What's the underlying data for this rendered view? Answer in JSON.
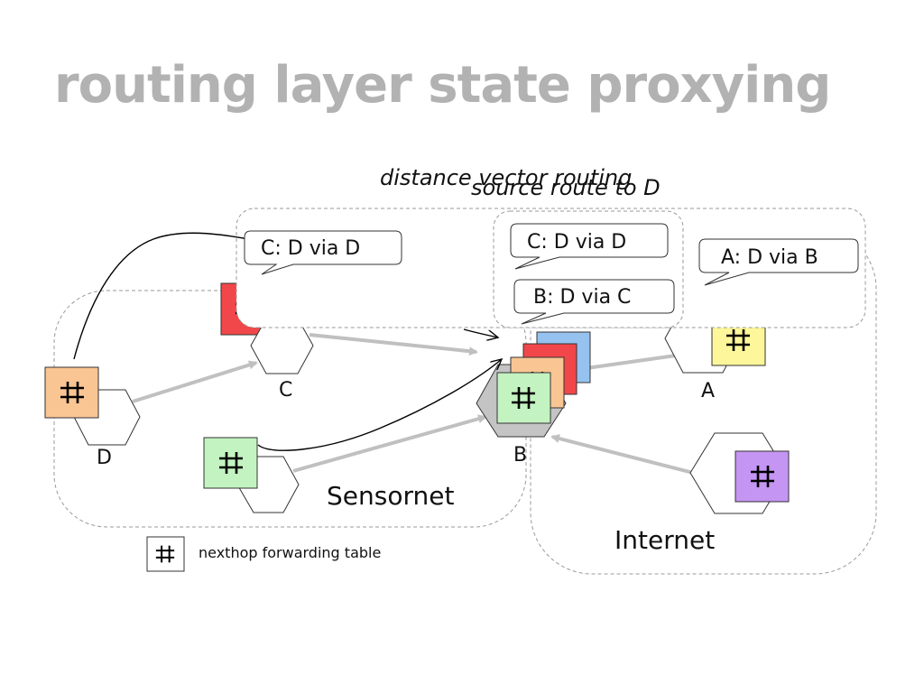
{
  "title": "routing layer state proxying",
  "captions": {
    "distance_vector": "distance vector routing",
    "source_route": "source route to D"
  },
  "nodes": {
    "D": "D",
    "C": "C",
    "B": "B",
    "A": "A"
  },
  "regions": {
    "sensornet": "Sensornet",
    "internet": "Internet"
  },
  "bubbles": {
    "c_via_d_left": "C: D via D",
    "c_via_d_right": "C: D via D",
    "b_via_c": "B: D via C",
    "a_via_b": "A: D via B"
  },
  "legend": {
    "label": "nexthop forwarding table",
    "icon": "hash-table-icon"
  },
  "colors": {
    "title": "#b2b2b2",
    "orange": "#f9c593",
    "red": "#f2474a",
    "green": "#c3f3c0",
    "blue": "#96c2f0",
    "yellow": "#fdf69a",
    "purple": "#c495f2",
    "gray_hex": "#c4c4c4",
    "arrow_gray": "#c0c0c0"
  }
}
